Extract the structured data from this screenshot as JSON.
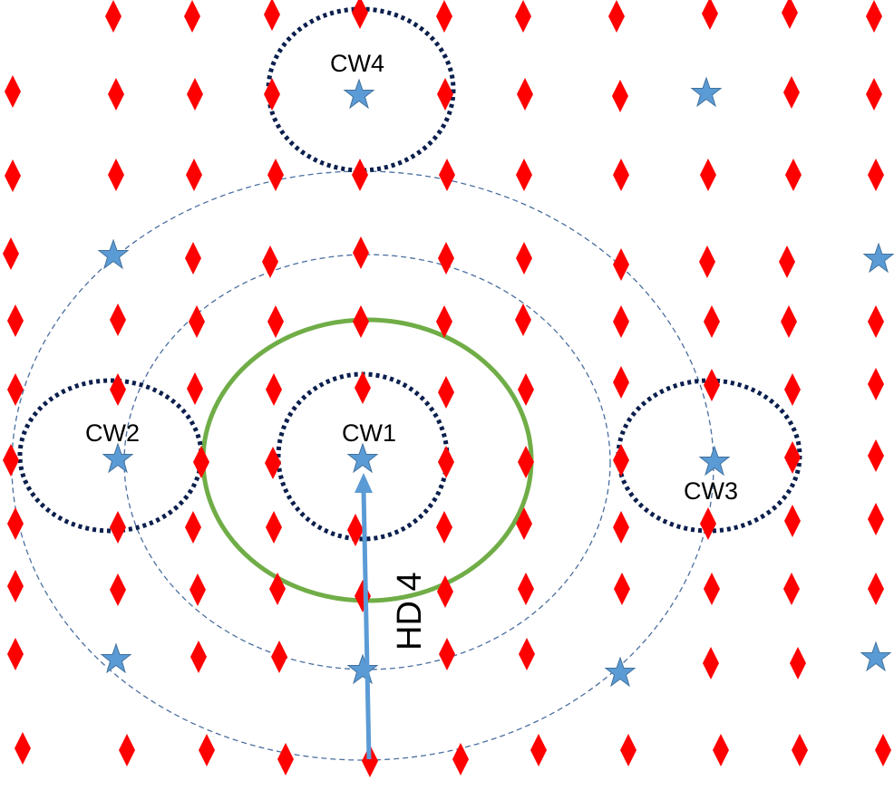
{
  "labels": {
    "cw1": "CW1",
    "cw2": "CW2",
    "cw3": "CW3",
    "cw4": "CW4",
    "hd": "HD 4"
  },
  "colors": {
    "node": "#ff0000",
    "star": "#5b9bd5",
    "cluster_ring": "#0b1f4d",
    "hop_ring": "#4a6fa0",
    "coverage_ring": "#70ad47",
    "arrow": "#5b9bd5"
  },
  "icons": {
    "node": "red-diamond",
    "cluster_head": "blue-star"
  }
}
